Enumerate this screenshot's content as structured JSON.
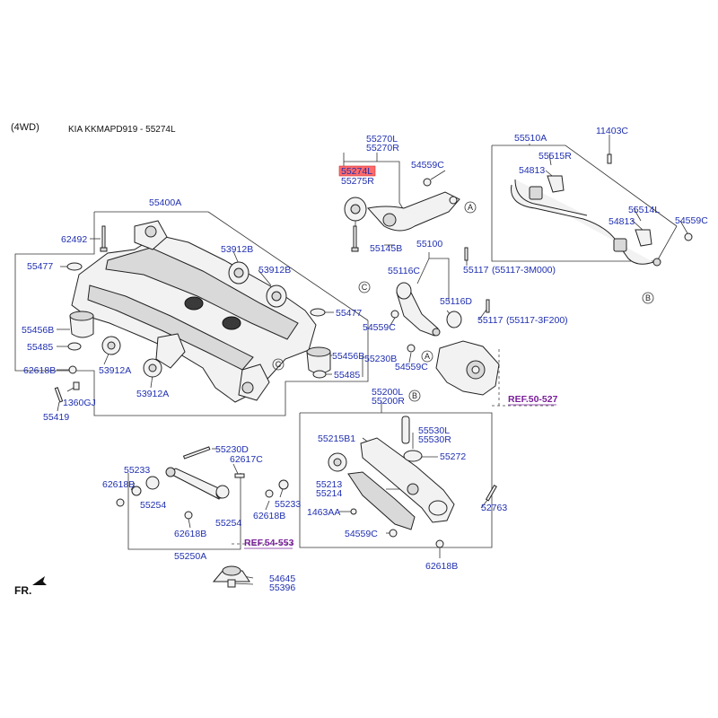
{
  "header": {
    "variant": "(4WD)",
    "model_code": "KIA KKMAPD919 - 55274L"
  },
  "direction_label": "FR.",
  "callouts": [
    "A",
    "B",
    "C"
  ],
  "references": {
    "ref_50_527": "REF.50-527",
    "ref_54_553": "REF.54-553"
  },
  "parts": {
    "p55270L": "55270L",
    "p55270R": "55270R",
    "p55274L": "55274L",
    "p55275R": "55275R",
    "p54559C_a": "54559C",
    "p55145B": "55145B",
    "p55510A": "55510A",
    "p11403C": "11403C",
    "p55515R": "55515R",
    "p54813_a": "54813",
    "p55514L": "55514L",
    "p54813_b": "54813",
    "p54559C_b": "54559C",
    "p55400A": "55400A",
    "p62492": "62492",
    "p53912B_a": "53912B",
    "p55477_a": "55477",
    "p53912B_b": "53912B",
    "p55456B_a": "55456B",
    "p55485_a": "55485",
    "p62618B_a": "62618B",
    "p53912A_a": "53912A",
    "p53912A_b": "53912A",
    "p1360GJ": "1360GJ",
    "p55419": "55419",
    "p55477_b": "55477",
    "p55456B_b": "55456B",
    "p55485_b": "55485",
    "p55100": "55100",
    "p55116C": "55116C",
    "p55117_a": "55117",
    "p55117_a_note": "(55117-3M000)",
    "p55116D": "55116D",
    "p55117_b": "55117",
    "p55117_b_note": "(55117-3F200)",
    "p54559C_c": "54559C",
    "p54559C_d": "54559C",
    "p55230B": "55230B",
    "p55200L": "55200L",
    "p55200R": "55200R",
    "p55215B1": "55215B1",
    "p55530L": "55530L",
    "p55530R": "55530R",
    "p55272": "55272",
    "p55213": "55213",
    "p55214": "55214",
    "p1463AA": "1463AA",
    "p54559C_e": "54559C",
    "p62618B_b": "62618B",
    "p52763": "52763",
    "p55230D": "55230D",
    "p55233_a": "55233",
    "p62617C": "62617C",
    "p62618B_c": "62618B",
    "p55254_a": "55254",
    "p55233_b": "55233",
    "p62618B_d": "62618B",
    "p55254_b": "55254",
    "p62618B_e": "62618B",
    "p55250A": "55250A",
    "p54645": "54645",
    "p55396": "55396"
  },
  "colors": {
    "part_number": "#1f2fb0",
    "reference": "#7a1f9a",
    "highlight": "#ff6a6a",
    "line": "#333333"
  }
}
